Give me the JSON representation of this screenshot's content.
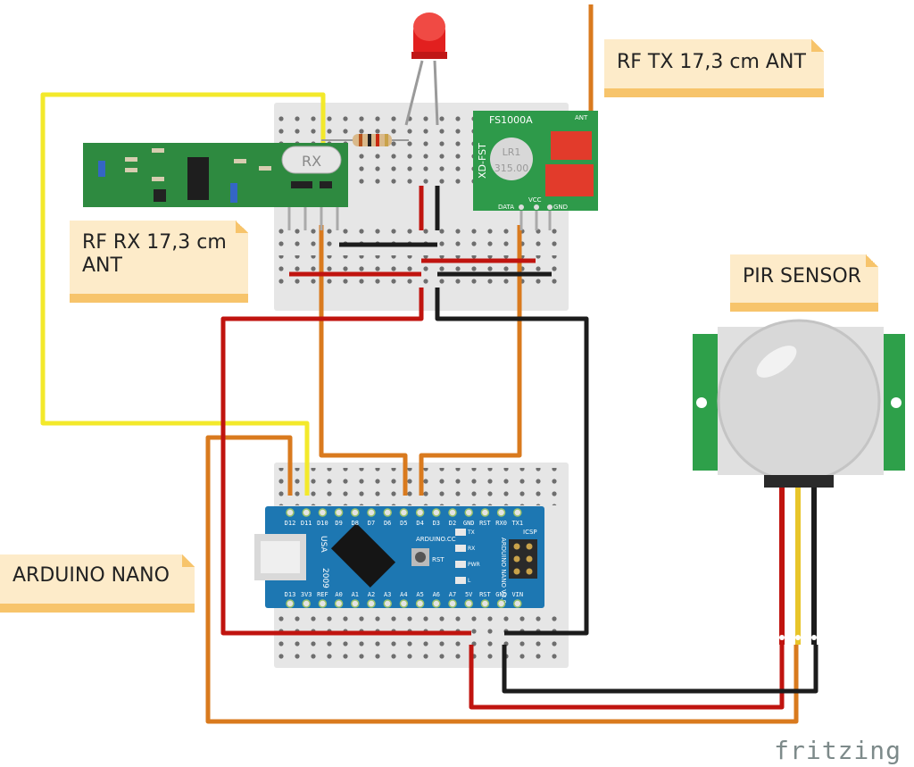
{
  "labels": {
    "rf_rx": "RF RX 17,3 cm\nANT",
    "rf_tx": "RF TX 17,3 cm ANT",
    "pir": "PIR SENSOR",
    "arduino": "ARDUINO NANO"
  },
  "rx_module": {
    "name": "RX"
  },
  "tx_module": {
    "name": "FS1000A",
    "side": "XD-FST",
    "chip_top": "LR1",
    "chip_bottom": "315.00",
    "ant": "ANT",
    "pin_data": "DATA",
    "pin_vcc": "VCC",
    "pin_gnd": "GND"
  },
  "nano": {
    "top_pins": [
      "D12",
      "D11",
      "D10",
      "D9",
      "D8",
      "D7",
      "D6",
      "D5",
      "D4",
      "D3",
      "D2",
      "GND",
      "RST",
      "RX0",
      "TX1"
    ],
    "bottom_pins": [
      "D13",
      "3V3",
      "REF",
      "A0",
      "A1",
      "A2",
      "A3",
      "A4",
      "A5",
      "A6",
      "A7",
      "5V",
      "RST",
      "GND",
      "VIN"
    ],
    "usa": "USA",
    "year": "2009",
    "brand": "ARDUINO.CC",
    "model": "ARDUINO NANO V3.0",
    "rst": "RST",
    "icsp": "ICSP",
    "leds": [
      "TX",
      "RX",
      "PWR",
      "L"
    ]
  },
  "wire_colors": {
    "yellow": "#f3e92b",
    "orange": "#d97a1e",
    "red": "#c0140f",
    "black": "#1c1c1c"
  },
  "watermark": "fritzing"
}
